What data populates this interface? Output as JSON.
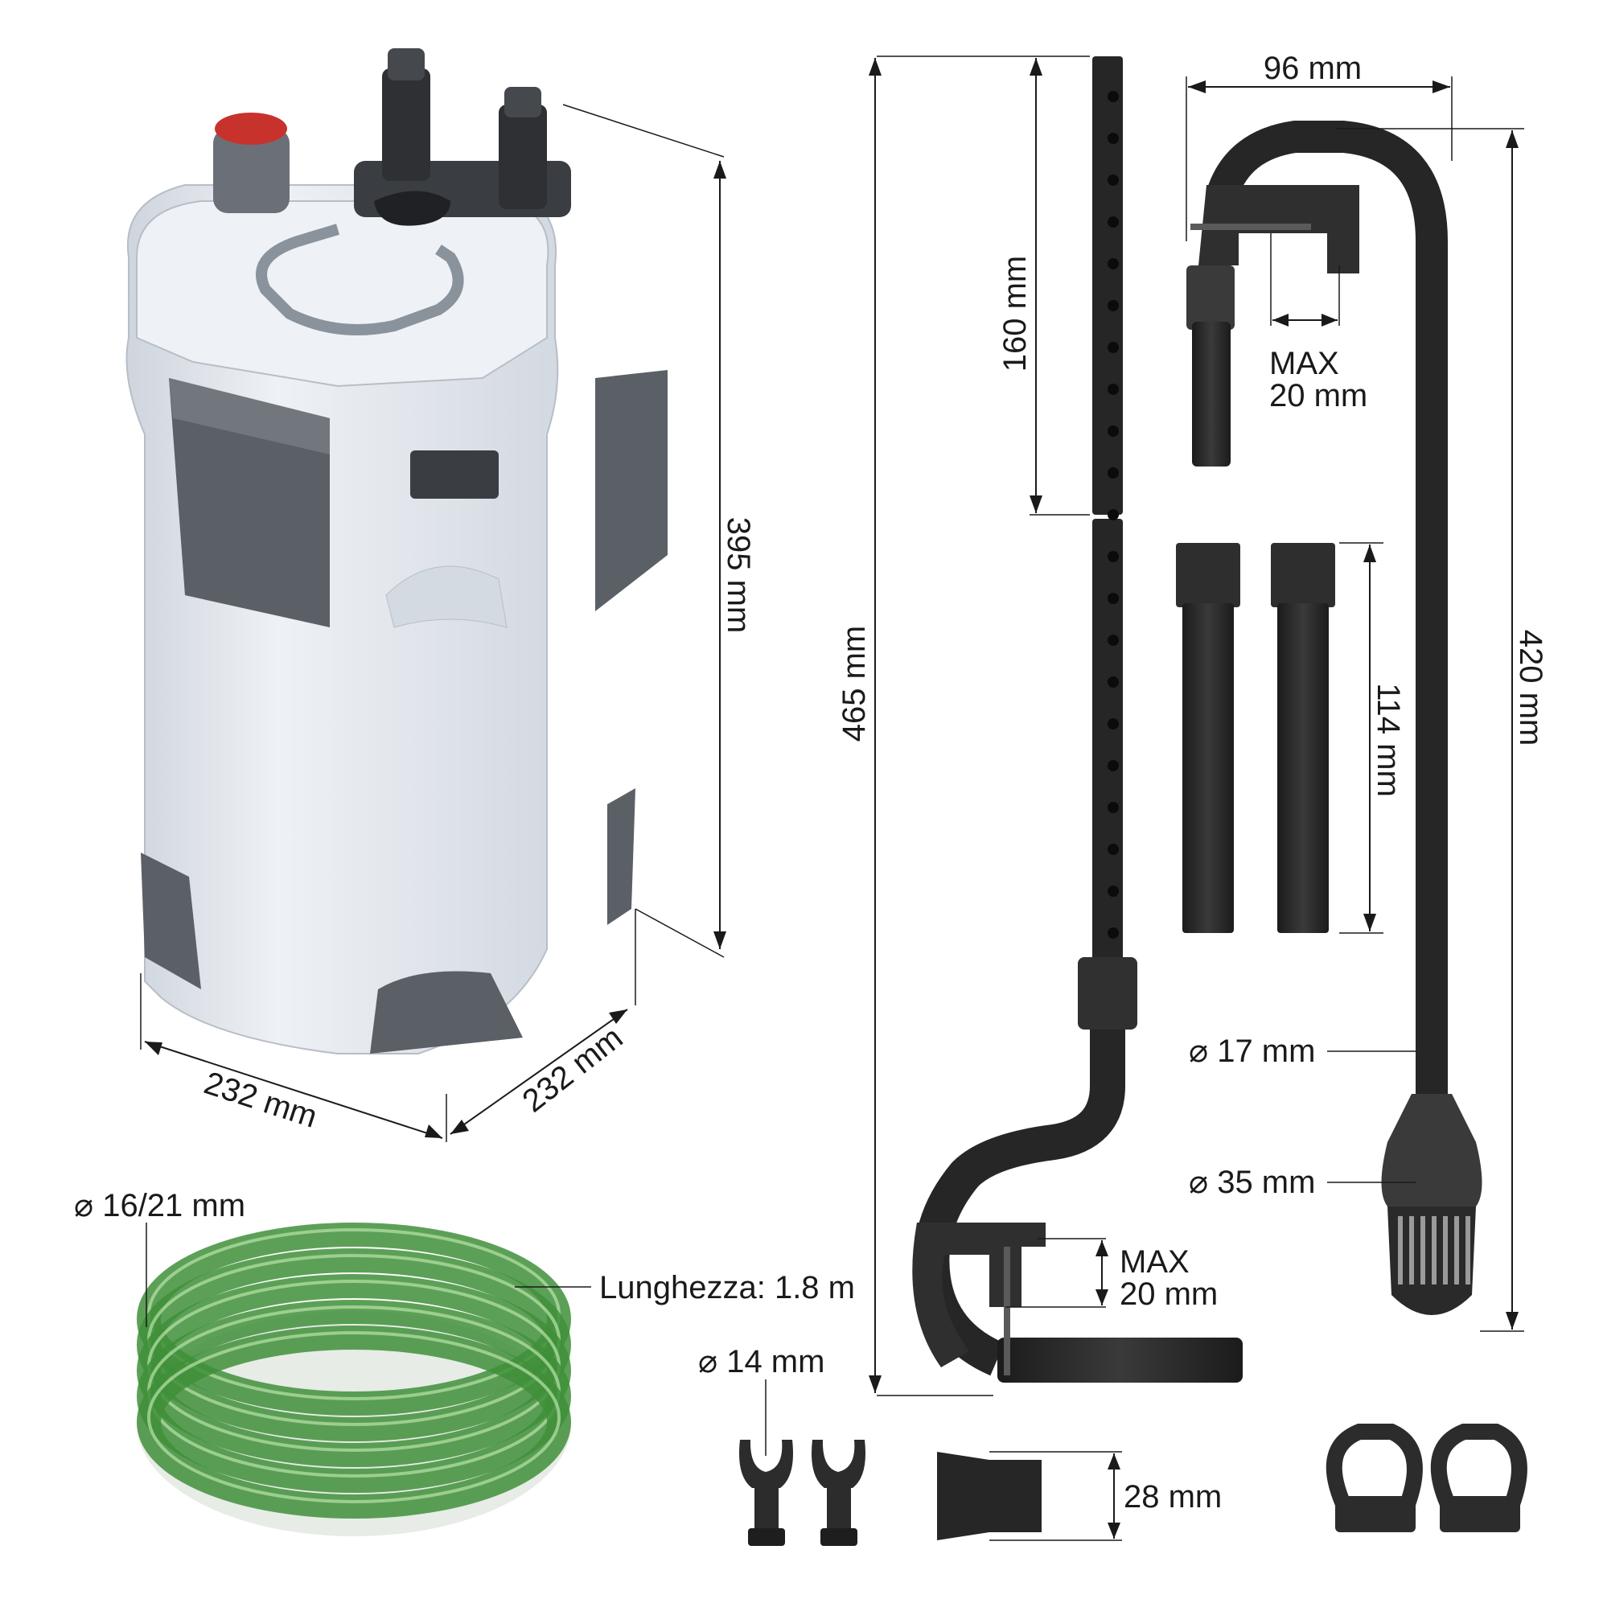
{
  "filter_unit": {
    "height_label": "395 mm",
    "width_label": "232 mm",
    "depth_label": "232 mm"
  },
  "intake": {
    "total_height_label": "465 mm",
    "segment_label": "160 mm",
    "clamp_max_label_line1": "MAX",
    "clamp_max_label_line2": "20 mm"
  },
  "outlet": {
    "reach_label": "96 mm",
    "clamp_max_label_line1": "MAX",
    "clamp_max_label_line2": "20 mm",
    "height_label": "420 mm",
    "tube_diameter_label": "⌀ 17 mm",
    "strainer_diameter_label": "⌀ 35 mm"
  },
  "extension_tubes": {
    "length_label": "114 mm"
  },
  "hose": {
    "diameter_label": "⌀ 16/21 mm",
    "length_label": "Lunghezza: 1.8 m"
  },
  "accessories": {
    "clip_diameter_label": "⌀ 14 mm",
    "nozzle_label": "28 mm"
  },
  "colors": {
    "body": "#e4e8ee",
    "dark_grey": "#5b5f66",
    "black_pipe": "#262626",
    "hose_green": "#3f8f3a",
    "button_red": "#c8322d"
  }
}
